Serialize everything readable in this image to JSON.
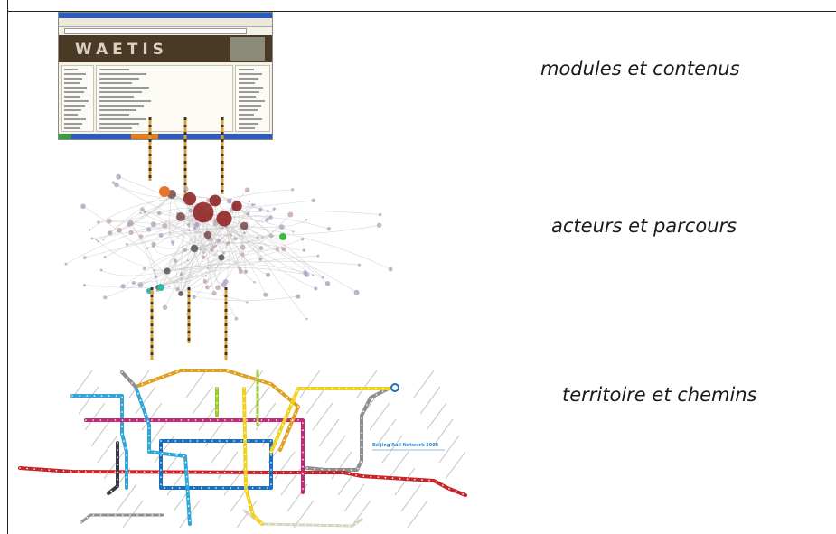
{
  "layers": [
    {
      "id": "modules",
      "label": "modules et contenus"
    },
    {
      "id": "acteurs",
      "label": "acteurs et  parcours"
    },
    {
      "id": "territoire",
      "label": "territoire et chemins"
    }
  ],
  "screenshot": {
    "banner_text": "WAETIS",
    "colors": {
      "window_frame": "#2a5bbd",
      "banner": "#4a3a25"
    }
  },
  "metro_map": {
    "caption": "Beijing Rail Network 2008",
    "line_colors": {
      "line1": "#c8252a",
      "line2": "#1f6fb8",
      "line4": "#33a6d8",
      "line5": "#c8287a",
      "line8": "#9ec83a",
      "line10": "#e0a020",
      "line13": "#f0d020",
      "batong": "#c8287a",
      "airport": "#8e8e8e",
      "changping": "#3a3a4a"
    }
  },
  "graph": {
    "colors": {
      "hub": "#8b1a1a",
      "orange_node": "#e8742a",
      "green_node": "#3cb83c",
      "teal_node": "#2eb8b0"
    }
  }
}
